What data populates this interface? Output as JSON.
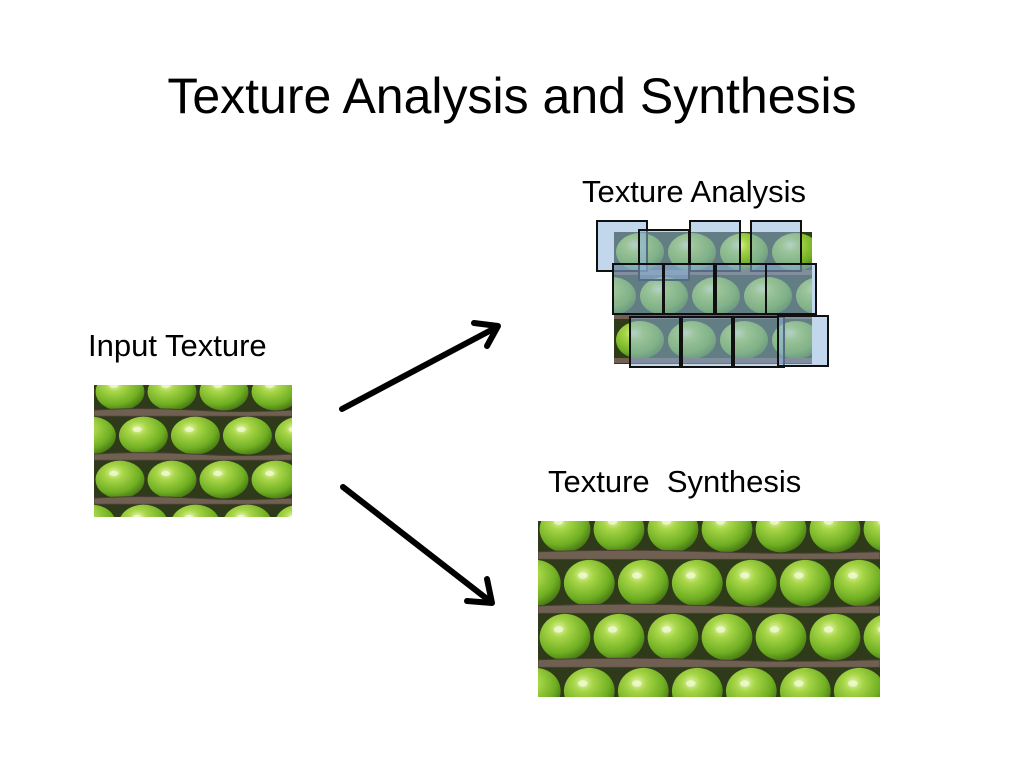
{
  "slide": {
    "title": "Texture Analysis and Synthesis",
    "labels": {
      "input": "Input Texture",
      "analysis": "Texture Analysis",
      "synthesis": "Texture  Synthesis"
    }
  },
  "colors": {
    "apple_light": "#a8d648",
    "apple_mid": "#6fae22",
    "apple_dark": "#3e6e10",
    "cardboard": "#6f6052",
    "cardboard_dark": "#4a3e34",
    "patch_fill": "#8fb4dc",
    "arrow": "#000000"
  },
  "icons": [
    "arrow-up-right-icon",
    "arrow-down-right-icon"
  ]
}
